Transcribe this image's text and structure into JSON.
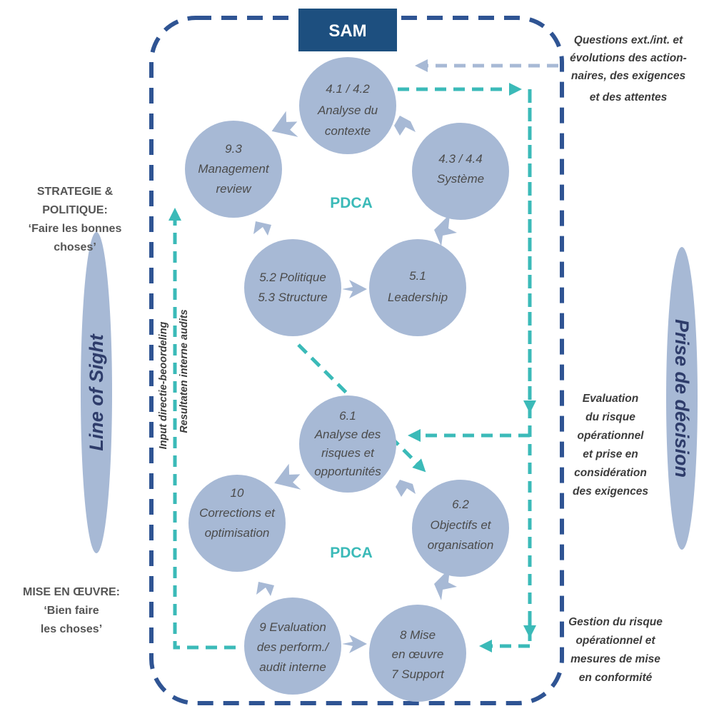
{
  "colors": {
    "frame": "#2f5493",
    "circle": "#a7b9d5",
    "chevron": "#a7b9d5",
    "teal": "#3bbab8",
    "light_arrow": "#a7b9d5",
    "sam_box": "#1d4f7f"
  },
  "title": "SAM",
  "pdca_top": "PDCA",
  "pdca_bottom": "PDCA",
  "nodes": [
    {
      "id": "context",
      "lines": [
        "4.1 / 4.2",
        "Analyse du",
        "contexte"
      ]
    },
    {
      "id": "systeme",
      "lines": [
        "4.3 / 4.4",
        "Système"
      ]
    },
    {
      "id": "leadership",
      "lines": [
        "5.1",
        "Leadership"
      ]
    },
    {
      "id": "politique",
      "lines": [
        "5.2 Politique",
        "5.3 Structure"
      ]
    },
    {
      "id": "review",
      "lines": [
        "9.3",
        "Management",
        "review"
      ]
    },
    {
      "id": "risques",
      "lines": [
        "6.1",
        "Analyse des",
        "risques et",
        "opportunités"
      ]
    },
    {
      "id": "objectifs",
      "lines": [
        "6.2",
        "Objectifs et",
        "organisation"
      ]
    },
    {
      "id": "support",
      "lines": [
        "8 Mise",
        "en œuvre",
        "7 Support"
      ]
    },
    {
      "id": "evaluation",
      "lines": [
        "9 Evaluation",
        "des perform./",
        "audit interne"
      ]
    },
    {
      "id": "corrections",
      "lines": [
        "10",
        "Corrections et",
        "optimisation"
      ]
    }
  ],
  "left_labels": {
    "strategie": [
      "STRATEGIE &",
      "POLITIQUE:",
      "‘Faire les bonnes",
      "choses’"
    ],
    "mise": [
      "MISE EN ŒUVRE:",
      "‘Bien faire",
      "les choses’"
    ],
    "line_of_sight": "Line of Sight",
    "input_directie": "Input directie-beoordeling",
    "resultaten": "Resultaten interne audits"
  },
  "right_labels": {
    "questions": [
      "Questions ext./int. et",
      "évolutions des action-",
      "naires, des exigences",
      "et des attentes"
    ],
    "evaluation": [
      "Evaluation",
      "du risque",
      "opérationnel",
      "et prise en",
      "considération",
      "des exigences"
    ],
    "gestion": [
      "Gestion du risque",
      "opérationnel et",
      "mesures de mise",
      "en conformité"
    ],
    "prise": "Prise de décision"
  }
}
